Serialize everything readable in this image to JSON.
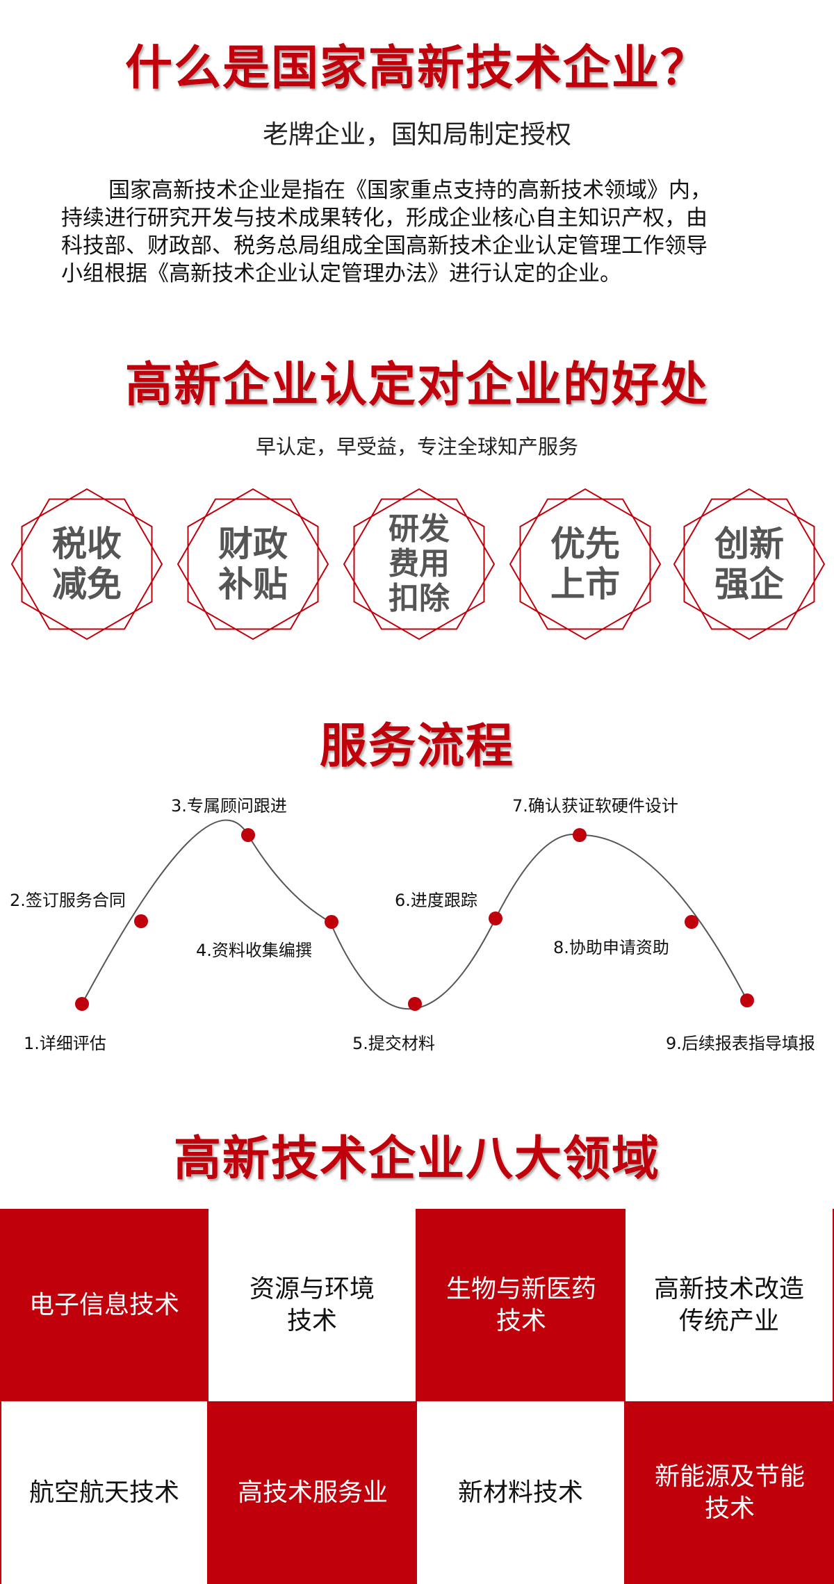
{
  "section1": {
    "title": "什么是国家高新技术企业？",
    "subtitle": "老牌企业，国知局制定授权",
    "paragraph": [
      "国家高新技术企业是指在《国家重点支持的高新技术领域》内，",
      "持续进行研究开发与技术成果转化，形成企业核心自主知识产权，由",
      "科技部、财政部、税务总局组成全国高新技术企业认定管理工作领导",
      "小组根据《高新技术企业认定管理办法》进行认定的企业。"
    ]
  },
  "section2": {
    "title": "高新企业认定对企业的好处",
    "subtitle": "早认定，早受益，专注全球知产服务",
    "badges": [
      "税收\n减免",
      "财政\n补贴",
      "研发\n费用\n扣除",
      "优先\n上市",
      "创新\n强企"
    ]
  },
  "section3": {
    "title": "服务流程",
    "steps": [
      "1.详细评估",
      "2.签订服务合同",
      "3.专属顾问跟进",
      "4.资料收集编撰",
      "5.提交材料",
      "6.进度跟踪",
      "7.确认获证软硬件设计",
      "8.协助申请资助",
      "9.后续报表指导填报"
    ]
  },
  "section4": {
    "title": "高新技术企业八大领域",
    "fields": [
      "电子信息技术",
      "资源与环境\n技术",
      "生物与新医药\n技术",
      "高新技术改造\n传统产业",
      "航空航天技术",
      "高技术服务业",
      "新材料技术",
      "新能源及节能\n技术"
    ]
  },
  "colors": {
    "accent": "#c0000b",
    "badge_text": "#555555"
  }
}
